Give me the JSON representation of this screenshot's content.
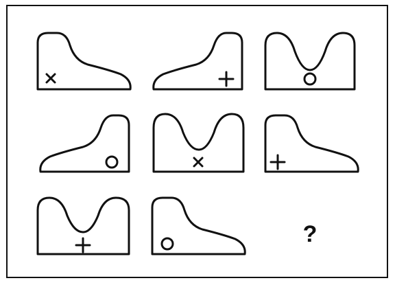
{
  "puzzle": {
    "cells": [
      {
        "shape": "peak-left",
        "marker": "cross"
      },
      {
        "shape": "peak-right",
        "marker": "plus"
      },
      {
        "shape": "valley",
        "marker": "circle"
      },
      {
        "shape": "peak-right",
        "marker": "circle"
      },
      {
        "shape": "valley",
        "marker": "cross"
      },
      {
        "shape": "peak-left",
        "marker": "plus"
      },
      {
        "shape": "valley",
        "marker": "plus"
      },
      {
        "shape": "peak-left",
        "marker": "circle"
      },
      {
        "shape": "missing",
        "marker": "question"
      }
    ],
    "question_mark": "?"
  },
  "colors": {
    "ink": "#111111",
    "background": "#ffffff"
  }
}
